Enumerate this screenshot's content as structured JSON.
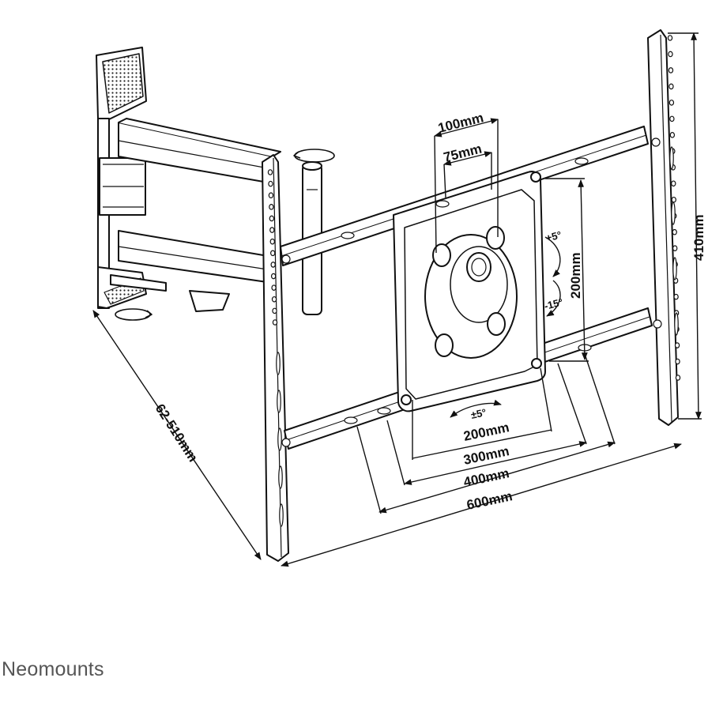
{
  "brand": "Neomounts",
  "dimensions": {
    "d100": "100mm",
    "d75": "75mm",
    "d200v": "200mm",
    "d410": "410mm",
    "d200h": "200mm",
    "d300": "300mm",
    "d400": "400mm",
    "d600": "600mm",
    "depth": "62-510mm"
  },
  "tilt": {
    "up": "+5°",
    "down": "-15°",
    "rotate": "±5°"
  },
  "colors": {
    "line": "#111111",
    "fill": "#ffffff",
    "shade": "#cfcfcf",
    "brand": "#555555"
  }
}
